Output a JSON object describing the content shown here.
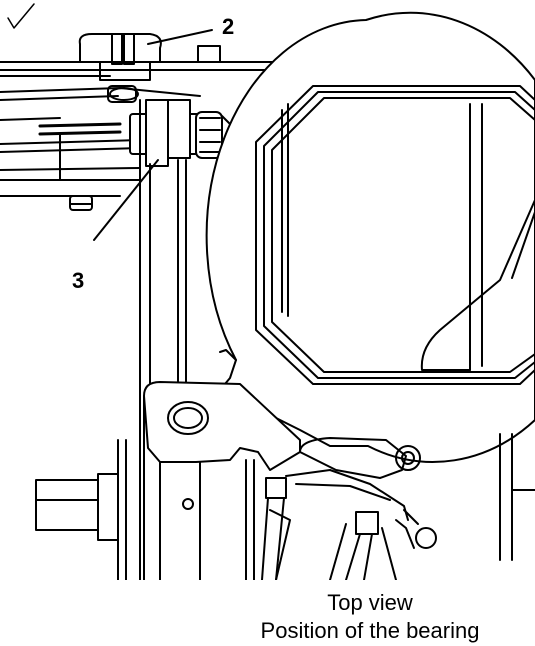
{
  "callouts": {
    "part_2": "2",
    "part_3": "3"
  },
  "caption": {
    "line1": "Top view",
    "line2": "Position of the bearing"
  },
  "colors": {
    "stroke": "#000000",
    "background": "#ffffff",
    "shade": "#d9d9d9"
  }
}
